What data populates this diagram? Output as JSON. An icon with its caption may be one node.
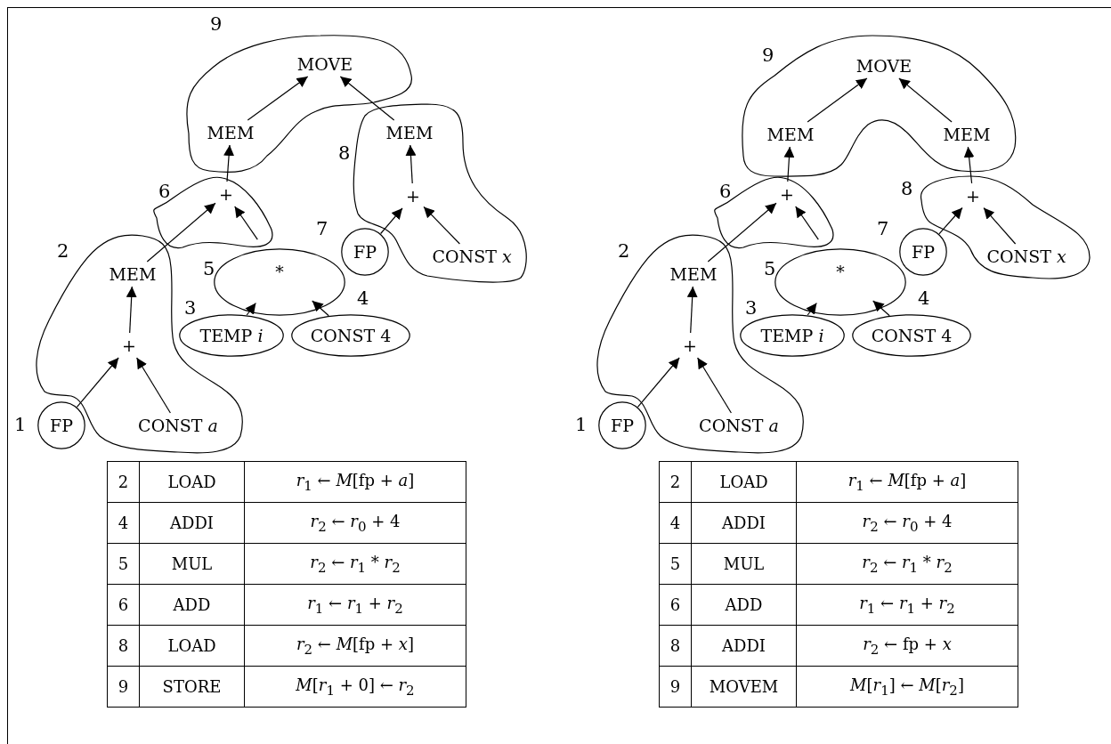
{
  "diagram": {
    "nodes": [
      {
        "text": [],
        "shape": "cloud",
        "beside": [
          "9"
        ]
      },
      {
        "text": [
          "MOVE"
        ],
        "in": 0
      },
      {
        "text": [
          "MEM"
        ],
        "in": 0
      },
      {
        "text": [],
        "shape": "cloud",
        "beside": [
          "8"
        ]
      },
      {
        "text": [
          "MEM"
        ],
        "in": 3
      },
      {
        "text": [
          "+"
        ],
        "in": 3
      },
      {
        "text": [
          "CONST *x*"
        ],
        "in": 3
      },
      {
        "text": [
          "+"
        ],
        "beside": [
          "6"
        ]
      },
      {
        "text": [
          "FP"
        ],
        "beside": [
          "7"
        ]
      },
      {
        "text": [],
        "shape": "cloud",
        "beside": [
          "2"
        ]
      },
      {
        "text": [
          "MEM"
        ],
        "in": 9
      },
      {
        "text": [
          "*"
        ],
        "beside": [
          "5"
        ]
      },
      {
        "text": [
          "TEMP *i*"
        ],
        "beside": [
          "3"
        ]
      },
      {
        "text": [
          "CONST 4"
        ],
        "beside": [
          "4"
        ]
      },
      {
        "text": [
          "+"
        ],
        "in": 9
      },
      {
        "text": [
          "FP"
        ],
        "beside": [
          "1"
        ]
      },
      {
        "text": [
          "CONST *a*"
        ],
        "in": 9
      },
      {
        "text": [],
        "shape": "cloud",
        "beside": [
          "9"
        ]
      },
      {
        "text": [
          "MOVE"
        ],
        "in": 17
      },
      {
        "text": [
          "MEM"
        ],
        "in": 17
      },
      {
        "text": [
          "MEM"
        ],
        "in": 17
      },
      {
        "text": [
          "+"
        ],
        "beside": [
          "6"
        ]
      },
      {
        "text": [],
        "shape": "cloud",
        "beside": [
          "8"
        ]
      },
      {
        "text": [
          "+"
        ],
        "in": 22
      },
      {
        "text": [
          "CONST *x*"
        ],
        "in": 22
      },
      {
        "text": [
          "FP"
        ],
        "beside": [
          "7"
        ]
      },
      {
        "text": [],
        "shape": "cloud",
        "beside": [
          "2"
        ]
      },
      {
        "text": [
          "MEM"
        ],
        "in": 26
      },
      {
        "text": [
          "*"
        ],
        "beside": [
          "5"
        ]
      },
      {
        "text": [
          "TEMP *i*"
        ],
        "beside": [
          "3"
        ]
      },
      {
        "text": [
          "CONST 4"
        ],
        "beside": [
          "4"
        ]
      },
      {
        "text": [
          "+"
        ],
        "in": 26
      },
      {
        "text": [
          "FP"
        ],
        "beside": [
          "1"
        ]
      },
      {
        "text": [
          "CONST *a*"
        ],
        "in": 26
      }
    ],
    "edges": [
      {
        "from": 2,
        "to": 1,
        "arrow": "to"
      },
      {
        "from": 4,
        "to": 1,
        "arrow": "to"
      },
      {
        "from": 7,
        "to": 2,
        "arrow": "to"
      },
      {
        "from": 5,
        "to": 4,
        "arrow": "to"
      },
      {
        "from": 8,
        "to": 5,
        "arrow": "to"
      },
      {
        "from": 6,
        "to": 5,
        "arrow": "to"
      },
      {
        "from": 10,
        "to": 7,
        "arrow": "to"
      },
      {
        "from": 11,
        "to": 7,
        "arrow": "to"
      },
      {
        "from": 12,
        "to": 11,
        "arrow": "to"
      },
      {
        "from": 13,
        "to": 11,
        "arrow": "to"
      },
      {
        "from": 14,
        "to": 10,
        "arrow": "to"
      },
      {
        "from": 15,
        "to": 14,
        "arrow": "to"
      },
      {
        "from": 16,
        "to": 14,
        "arrow": "to"
      },
      {
        "from": 19,
        "to": 18,
        "arrow": "to"
      },
      {
        "from": 20,
        "to": 18,
        "arrow": "to"
      },
      {
        "from": 21,
        "to": 19,
        "arrow": "to"
      },
      {
        "from": 23,
        "to": 20,
        "arrow": "to"
      },
      {
        "from": 25,
        "to": 23,
        "arrow": "to"
      },
      {
        "from": 24,
        "to": 23,
        "arrow": "to"
      },
      {
        "from": 27,
        "to": 21,
        "arrow": "to"
      },
      {
        "from": 28,
        "to": 21,
        "arrow": "to"
      },
      {
        "from": 29,
        "to": 28,
        "arrow": "to"
      },
      {
        "from": 30,
        "to": 28,
        "arrow": "to"
      },
      {
        "from": 31,
        "to": 27,
        "arrow": "to"
      },
      {
        "from": 32,
        "to": 31,
        "arrow": "to"
      },
      {
        "from": 33,
        "to": 31,
        "arrow": "to"
      }
    ],
    "labels": [
      "2",
      "LOAD",
      "*r*$_{1}$ ← *M*[fp + *a*]",
      "4",
      "ADDI",
      "*r*$_{2}$ ← *r*$_{0}$ + 4",
      "5",
      "MUL",
      "*r*$_{2}$ ← *r*$_{1}$ * *r*$_{2}$",
      "6",
      "ADD",
      "*r*$_{1}$ ← *r*$_{1}$ + *r*$_{2}$",
      "8",
      "LOAD",
      "*r*$_{2}$ ← *M*[fp + *x*]",
      "9",
      "STORE",
      "*M*[*r*$_{1}$ + 0] ← *r*$_{2}$",
      "2",
      "LOAD",
      "*r*$_{1}$ ← *M*[fp + *a*]",
      "4",
      "ADDI",
      "*r*$_{2}$ ← *r*$_{0}$ + 4",
      "5",
      "MUL",
      "*r*$_{2}$ ← *r*$_{1}$ * *r*$_{2}$",
      "6",
      "ADD",
      "*r*$_{1}$ ← *r*$_{1}$ + *r*$_{2}$",
      "8",
      "ADDI",
      "*r*$_{2}$ ← fp + *x*",
      "9",
      "MOVEM",
      "*M*[*r*$_{1}$] ← *M*[*r*$_{2}$]"
    ]
  }
}
